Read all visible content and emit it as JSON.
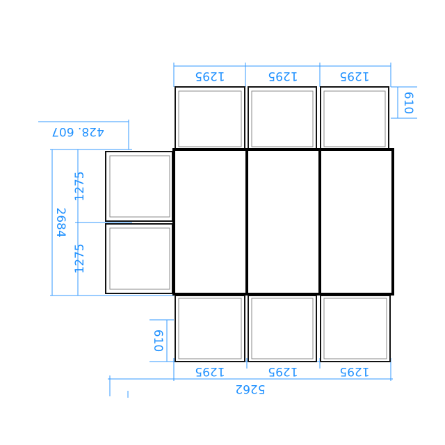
{
  "dimensions": {
    "top_widths": [
      "1295",
      "1295",
      "1295"
    ],
    "bottom_widths": [
      "1295",
      "1295",
      "1295"
    ],
    "top_depth": "610",
    "bottom_depth": "610",
    "left_heights": [
      "1275",
      "1275"
    ],
    "left_total": "2684",
    "left_offset": "428. 607",
    "overall_width": "5262"
  },
  "colors": {
    "dimension": "#1e90ff",
    "outline": "#000000"
  }
}
